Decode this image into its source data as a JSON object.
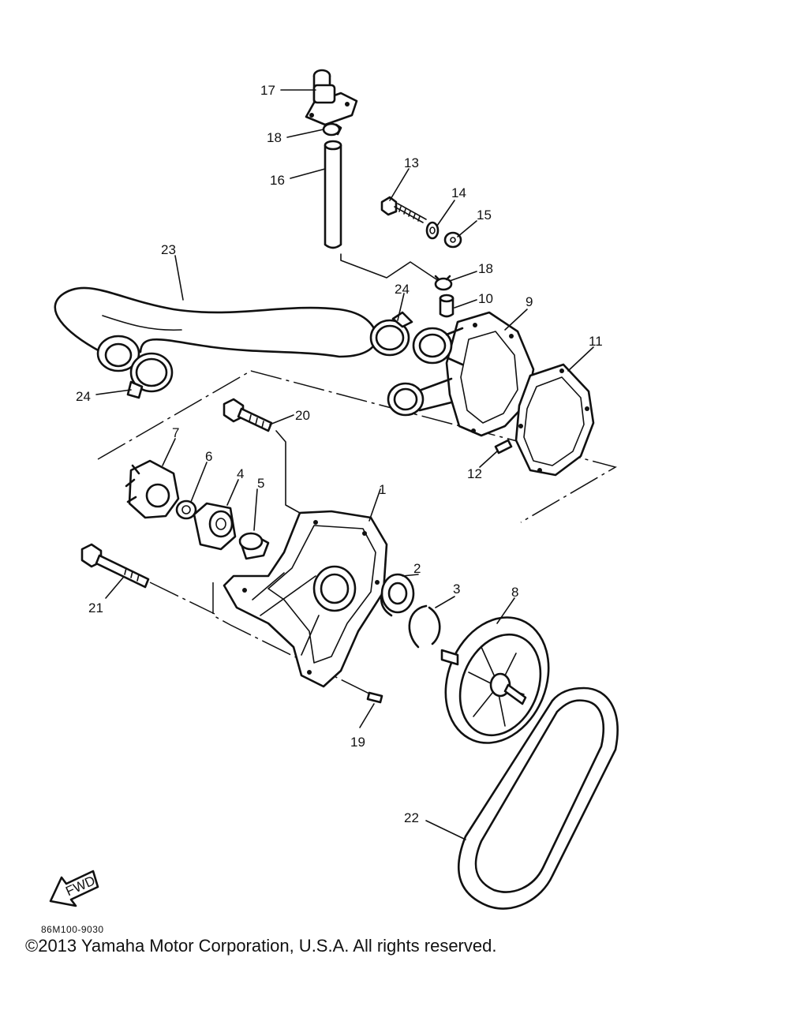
{
  "diagram": {
    "callouts": [
      "1",
      "2",
      "3",
      "4",
      "5",
      "6",
      "7",
      "8",
      "9",
      "10",
      "11",
      "12",
      "13",
      "14",
      "15",
      "16",
      "17",
      "18",
      "19",
      "20",
      "21",
      "22",
      "23",
      "24"
    ],
    "fwd_text": "FWD"
  },
  "footer": {
    "drawing_code": "86M100-9030",
    "copyright": "©2013 Yamaha Motor Corporation, U.S.A. All rights reserved."
  }
}
